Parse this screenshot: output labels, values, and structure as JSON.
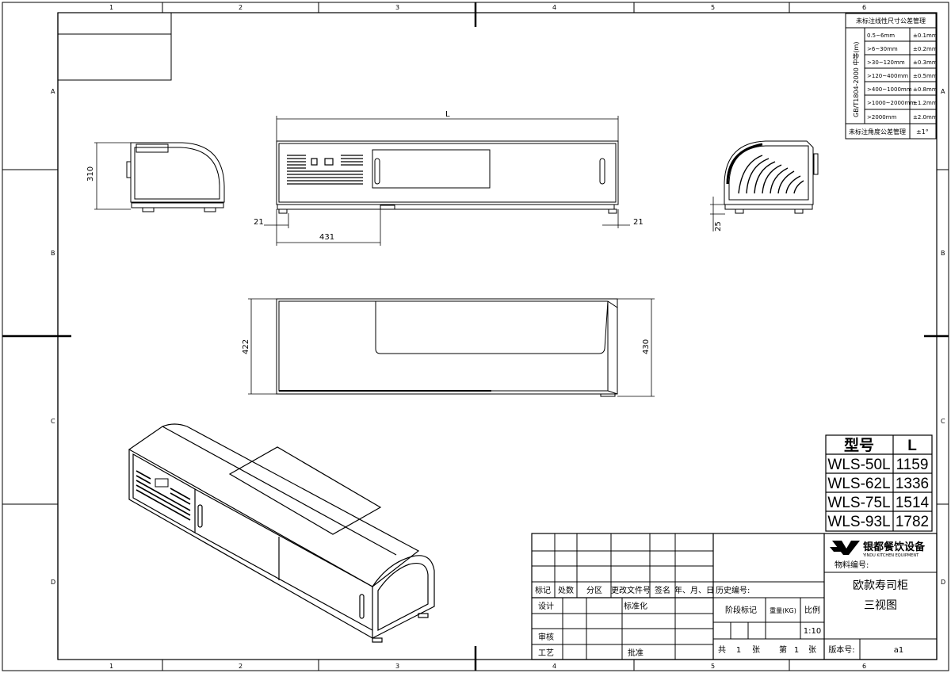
{
  "border": {
    "columns": [
      "1",
      "2",
      "3",
      "4",
      "5",
      "6"
    ],
    "rows": [
      "A",
      "B",
      "C",
      "D"
    ]
  },
  "dimensions": {
    "front_length": "L",
    "side_height": "310",
    "front_foot_left": "21",
    "front_foot_right": "21",
    "front_left_offset": "431",
    "side_foot": "25",
    "top_depth_left": "422",
    "top_depth_right": "430"
  },
  "tolerance": {
    "title": "未标注线性尺寸公差管理",
    "vertical_label": "GB/T1804-2000 中等(m)",
    "rows": [
      {
        "range": "0.5~6mm",
        "tol": "±0.1mm"
      },
      {
        "range": ">6~30mm",
        "tol": "±0.2mm"
      },
      {
        "range": ">30~120mm",
        "tol": "±0.3mm"
      },
      {
        "range": ">120~400mm",
        "tol": "±0.5mm"
      },
      {
        "range": ">400~1000mm",
        "tol": "±0.8mm"
      },
      {
        "range": ">1000~2000mm",
        "tol": "±1.2mm"
      },
      {
        "range": ">2000mm",
        "tol": "±2.0mm"
      }
    ],
    "angle_label": "未标注角度公差管理",
    "angle_value": "±1°"
  },
  "model_table": {
    "headers": [
      "型号",
      "L"
    ],
    "rows": [
      {
        "model": "WLS-50L",
        "length": "1159"
      },
      {
        "model": "WLS-62L",
        "length": "1336"
      },
      {
        "model": "WLS-75L",
        "length": "1514"
      },
      {
        "model": "WLS-93L",
        "length": "1782"
      }
    ]
  },
  "title_block": {
    "rev_headers": [
      "标记",
      "处数",
      "分区",
      "更改文件号",
      "签名",
      "年、月、日"
    ],
    "design": "设计",
    "standardize": "标准化",
    "review": "审核",
    "process": "工艺",
    "approve": "批准",
    "history_no": "历史编号:",
    "stage_mark": "阶段标记",
    "weight": "重量(KG)",
    "scale_label": "比例",
    "scale_value": "1:10",
    "total": "共",
    "total_num": "1",
    "sheet_unit": "张",
    "sheet_prefix": "第",
    "sheet_num": "1",
    "sheet_unit2": "张",
    "company_cn": "银都餐饮设备",
    "company_en": "YINDU KITCHEN EQUIPMENT",
    "material_no": "物料编号:",
    "product_name": "欧款寿司柜",
    "view_name": "三视图",
    "version_label": "版本号:",
    "version_value": "a1"
  },
  "colors": {
    "line": "#000000",
    "paper": "#ffffff"
  }
}
